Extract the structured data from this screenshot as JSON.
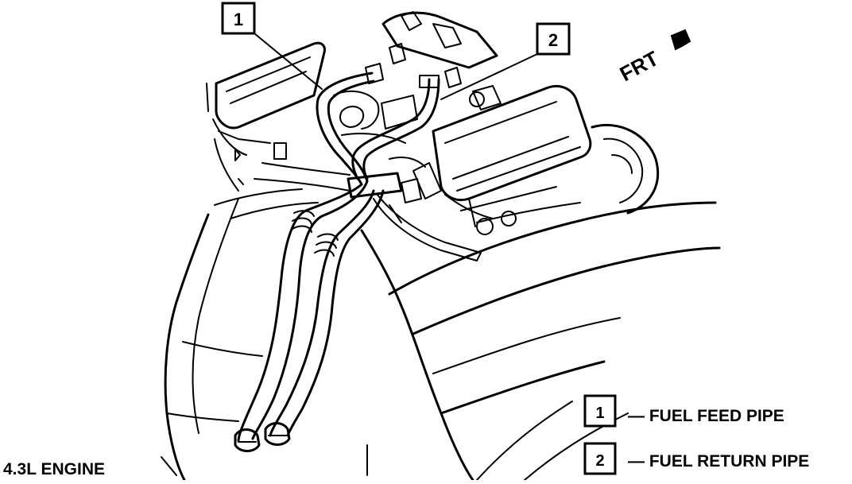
{
  "diagram": {
    "caption": "4.3L ENGINE",
    "direction_label": "FRT",
    "callouts": [
      {
        "number": "1"
      },
      {
        "number": "2"
      }
    ],
    "legend": [
      {
        "number": "1",
        "text": "— FUEL FEED PIPE"
      },
      {
        "number": "2",
        "text": "— FUEL RETURN PIPE"
      }
    ]
  }
}
